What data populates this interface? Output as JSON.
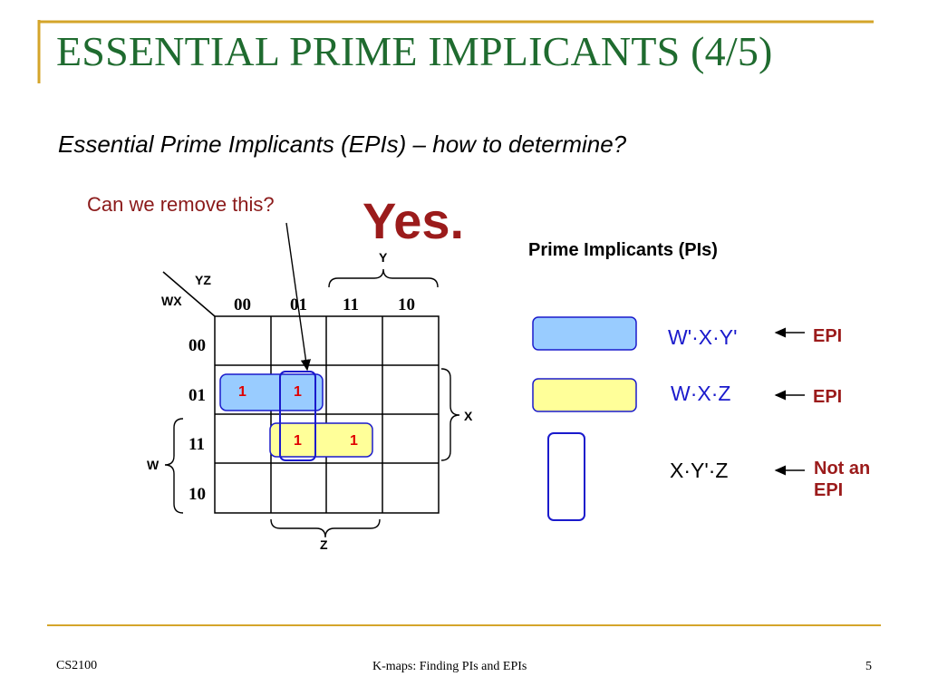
{
  "slide": {
    "title": "ESSENTIAL PRIME IMPLICANTS (4/5)",
    "subtitle": "Essential Prime Implicants (EPIs) – how to determine?",
    "question": "Can we remove this?",
    "answer": "Yes."
  },
  "kmap": {
    "corner_row_var": "WX",
    "corner_col_var": "YZ",
    "col_codes": [
      "00",
      "01",
      "11",
      "10"
    ],
    "row_codes": [
      "00",
      "01",
      "11",
      "10"
    ],
    "cells": [
      [
        "",
        "",
        "",
        ""
      ],
      [
        "1",
        "1",
        "",
        ""
      ],
      [
        "",
        "1",
        "1",
        ""
      ],
      [
        "",
        "",
        "",
        ""
      ]
    ],
    "brace_labels": {
      "Y": "Y",
      "X": "X",
      "W": "W",
      "Z": "Z"
    },
    "group_colors": {
      "wxy": "#99ccff",
      "wxz": "#ffff99",
      "xyz": "#1a1acc"
    }
  },
  "prime_implicants": {
    "heading": "Prime Implicants (PIs)",
    "items": [
      {
        "expression": "W'·X·Y'",
        "status": "EPI",
        "expr_color": "#1a1acc",
        "swatch": "#99ccff"
      },
      {
        "expression": "W·X·Z",
        "status": "EPI",
        "expr_color": "#1a1acc",
        "swatch": "#ffff99"
      },
      {
        "expression": "X·Y'·Z",
        "status": "Not an\nEPI",
        "expr_color": "#000000",
        "swatch": "outline"
      }
    ]
  },
  "footer": {
    "left": "CS2100",
    "center": "K-maps: Finding PIs and EPIs",
    "page": "5"
  },
  "colors": {
    "title": "#1f6b2f",
    "accent_rule": "#d4a52a",
    "answer": "#9b1b1b",
    "ones": "#e00000"
  }
}
